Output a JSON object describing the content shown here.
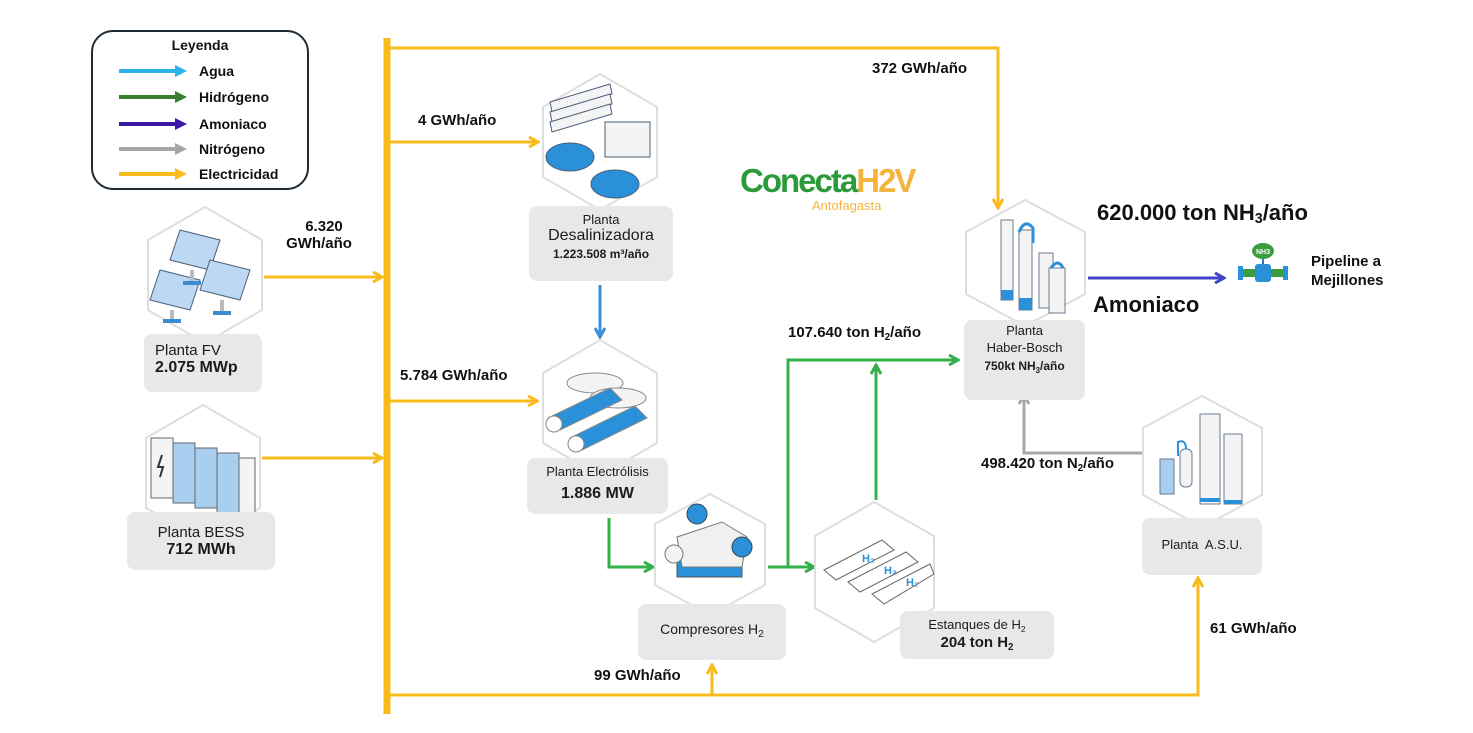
{
  "legend": {
    "title": "Leyenda",
    "items": [
      {
        "label": "Agua",
        "color": "#29b3ea"
      },
      {
        "label": "Hidrógeno",
        "color": "#3a7d32"
      },
      {
        "label": "Amoniaco",
        "color": "#3b1aa8"
      },
      {
        "label": "Nitrógeno",
        "color": "#a6a6a6"
      },
      {
        "label": "Electricidad",
        "color": "#f8bb22"
      }
    ]
  },
  "logo": {
    "main": "Conecta",
    "accent": "H2V",
    "sub": "Antofagasta"
  },
  "colors": {
    "electricity": "#f9bb1c",
    "water": "#3a8fdc",
    "hydrogen": "#33b04a",
    "ammonia": "#4343c8",
    "nitrogen": "#a7a7a7",
    "label_box": "#e8e8e8"
  },
  "nodes": {
    "pv": {
      "name": "Planta FV",
      "value": "2.075 MWp"
    },
    "bess": {
      "name": "Planta BESS",
      "value": "712 MWh"
    },
    "desal": {
      "name_1": "Planta",
      "name_2": "Desalinizadora",
      "value": "1.223.508 m³/año"
    },
    "electrolysis": {
      "name": "Planta Electrólisis",
      "value": "1.886 MW"
    },
    "compressors": {
      "name": "Compresores H",
      "sub": "2"
    },
    "tanks": {
      "name": "Estanques de H",
      "sub": "2",
      "value": "204 ton H",
      "value_sub": "2"
    },
    "haber": {
      "name_1": "Planta",
      "name_2": "Haber-Bosch",
      "value": "750kt NH",
      "value_sub": "3",
      "value_suffix": "/año"
    },
    "asu": {
      "name": "Planta  A.S.U."
    }
  },
  "flows": {
    "pv_out_1": "6.320",
    "pv_out_2": "GWh/año",
    "desal_in": "4 GWh/año",
    "haber_in": "372 GWh/año",
    "electrolysis_in": "5.784 GWh/año",
    "compressors_in": "99 GWh/año",
    "asu_in": "61 GWh/año",
    "h2_flow": "107.640 ton H",
    "h2_flow_sub": "2",
    "h2_flow_suffix": "/año",
    "n2_flow": "498.420 ton N",
    "n2_flow_sub": "2",
    "n2_flow_suffix": "/año"
  },
  "output": {
    "production": "620.000 ton NH",
    "production_sub": "3",
    "production_suffix": "/año",
    "product": "Amoniaco",
    "destination_1": "Pipeline a",
    "destination_2": "Mejillones",
    "badge": "NH3"
  }
}
